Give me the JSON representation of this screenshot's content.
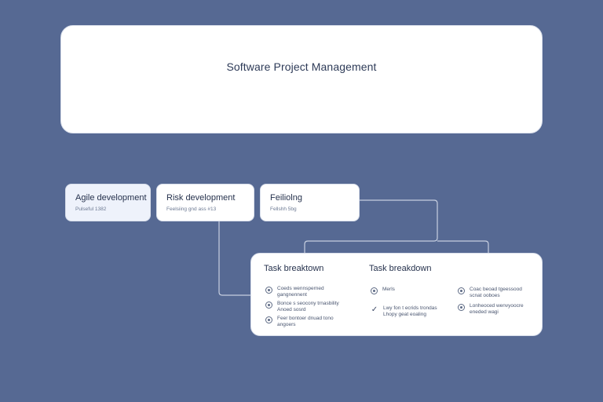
{
  "header": {
    "title": "Software Project Management"
  },
  "nodes": [
    {
      "title": "Agile development",
      "subtitle": "Pulseful 1382"
    },
    {
      "title": "Risk development",
      "subtitle": "Feelsiing gnd ass #13"
    },
    {
      "title": "Feiliolng",
      "subtitle": "Fellshh 5bg"
    }
  ],
  "task_panel": {
    "columns": [
      {
        "title": "Task breaktown",
        "items": [
          {
            "icon": "circle-number-icon",
            "text": "Coeds wennsperned gangnennent"
          },
          {
            "icon": "circle-number-icon",
            "text": "Bonce s seocony trnasbility Anoed sosrd"
          },
          {
            "icon": "circle-number-icon",
            "text": "Feer bontoer dnuad tono angoers"
          }
        ]
      },
      {
        "title": "Task breakdown",
        "items": [
          {
            "icon": "circle-number-icon",
            "text": "Merls"
          },
          {
            "icon": "checkmark-icon",
            "text": "Lwy fon t ecrids trondas Lhopy geat eoaling"
          }
        ]
      },
      {
        "title": "",
        "items": [
          {
            "icon": "circle-number-icon",
            "text": "Coac beoad tgeessood scnat ooboes"
          },
          {
            "icon": "circle-number-icon",
            "text": "Lonheoced wenvyoocre eneded wagi"
          }
        ]
      }
    ]
  },
  "colors": {
    "background": "#566993",
    "card": "#ffffff",
    "node_highlight": "#eef2fb",
    "connector": "#c7cfe0"
  }
}
